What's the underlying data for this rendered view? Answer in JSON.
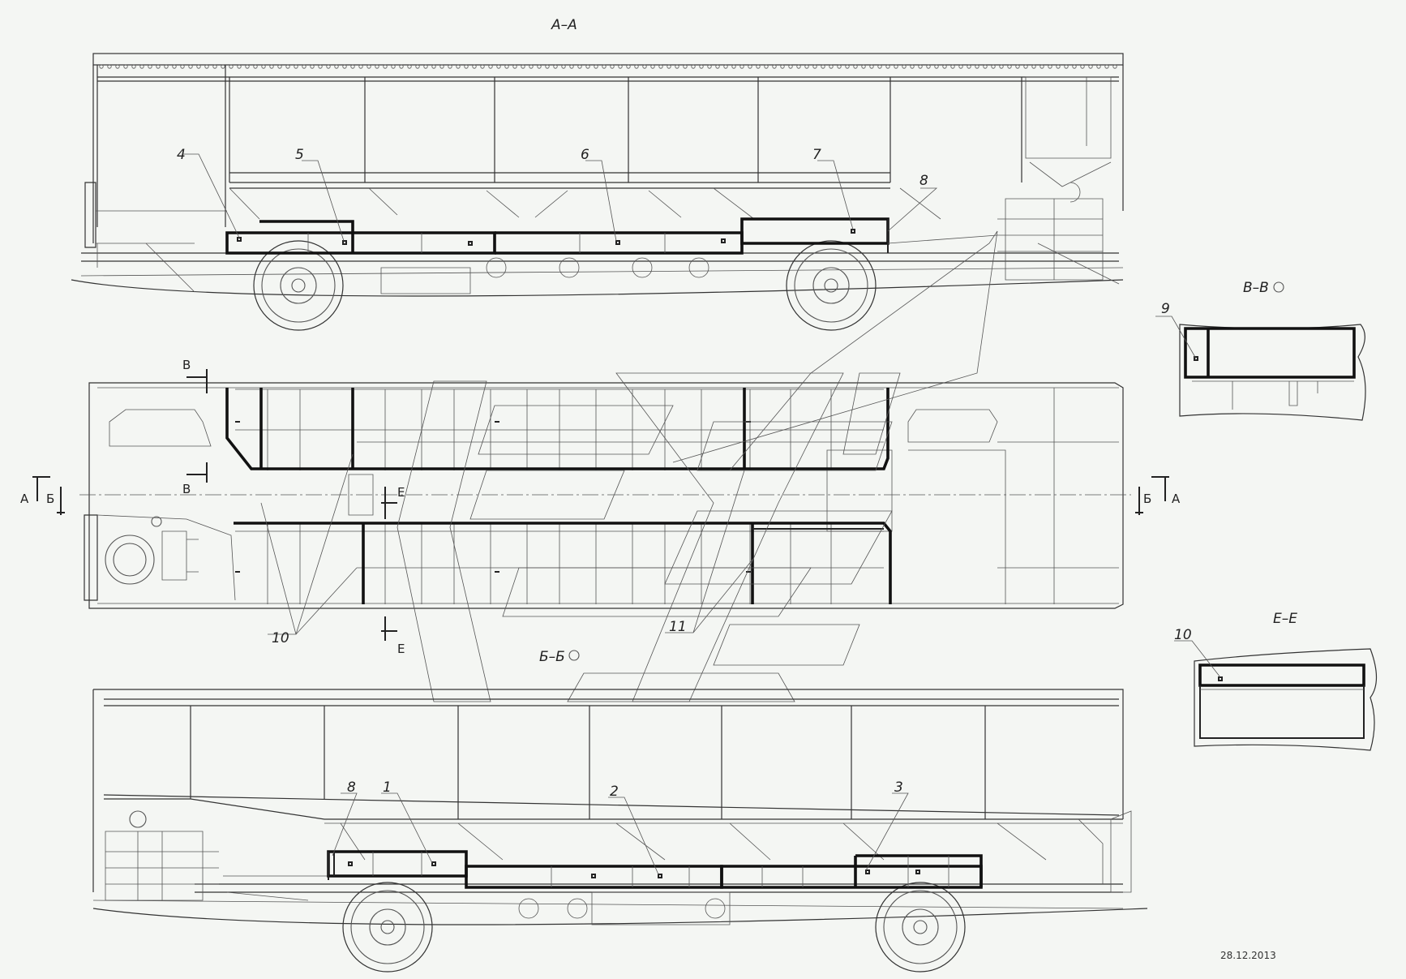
{
  "views": {
    "top_section": "А–А",
    "plan_section_b": "Б–Б",
    "detail_v": "В–В",
    "detail_e": "Е–Е"
  },
  "callouts": {
    "c1": "1",
    "c2": "2",
    "c3": "3",
    "c4": "4",
    "c5": "5",
    "c6": "6",
    "c7": "7",
    "c8_top": "8",
    "c8_bottom": "8",
    "c9": "9",
    "c10_plan": "10",
    "c10_detail": "10",
    "c11": "11"
  },
  "section_marks": {
    "a_left": "А",
    "b_left": "Б",
    "a_right": "А",
    "b_right": "Б",
    "v_top": "В",
    "v_bottom": "В",
    "e_top": "Е",
    "e_bottom": "Е"
  },
  "date": "28.12.2013"
}
